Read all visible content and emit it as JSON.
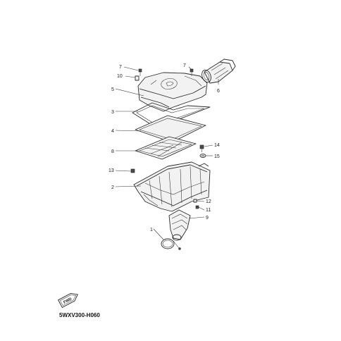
{
  "diagram_code": "5WXV300-H060",
  "fwd_label": "FWD",
  "callouts": {
    "c1": "1",
    "c2": "2",
    "c3": "3",
    "c4": "4",
    "c5": "5",
    "c6": "6",
    "c7a": "7",
    "c7b": "7",
    "c8": "8",
    "c9": "9",
    "c10": "10",
    "c11": "11",
    "c12": "12",
    "c13": "13",
    "c14": "14",
    "c15": "15"
  }
}
